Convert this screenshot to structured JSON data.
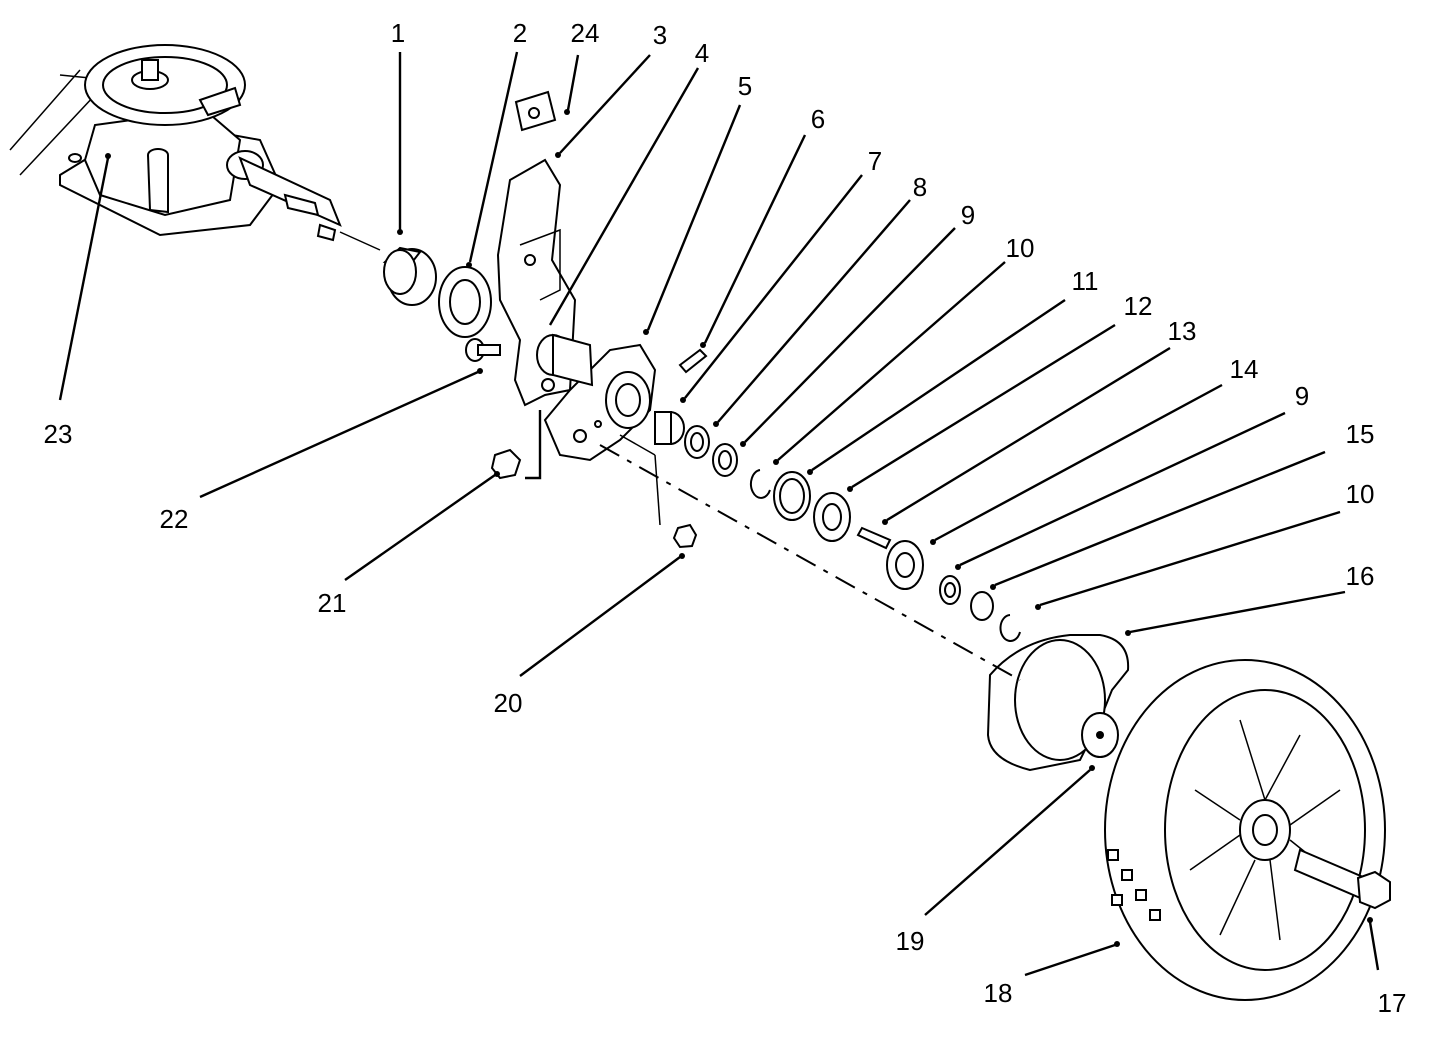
{
  "diagram": {
    "callouts": [
      {
        "id": "c1",
        "label": "1"
      },
      {
        "id": "c2",
        "label": "2"
      },
      {
        "id": "c24",
        "label": "24"
      },
      {
        "id": "c3",
        "label": "3"
      },
      {
        "id": "c4",
        "label": "4"
      },
      {
        "id": "c5",
        "label": "5"
      },
      {
        "id": "c6",
        "label": "6"
      },
      {
        "id": "c7",
        "label": "7"
      },
      {
        "id": "c8",
        "label": "8"
      },
      {
        "id": "c9a",
        "label": "9"
      },
      {
        "id": "c10a",
        "label": "10"
      },
      {
        "id": "c11",
        "label": "11"
      },
      {
        "id": "c12",
        "label": "12"
      },
      {
        "id": "c13",
        "label": "13"
      },
      {
        "id": "c14",
        "label": "14"
      },
      {
        "id": "c9b",
        "label": "9"
      },
      {
        "id": "c15",
        "label": "15"
      },
      {
        "id": "c10b",
        "label": "10"
      },
      {
        "id": "c16",
        "label": "16"
      },
      {
        "id": "c23",
        "label": "23"
      },
      {
        "id": "c22",
        "label": "22"
      },
      {
        "id": "c21",
        "label": "21"
      },
      {
        "id": "c20",
        "label": "20"
      },
      {
        "id": "c19",
        "label": "19"
      },
      {
        "id": "c18",
        "label": "18"
      },
      {
        "id": "c17",
        "label": "17"
      }
    ]
  }
}
